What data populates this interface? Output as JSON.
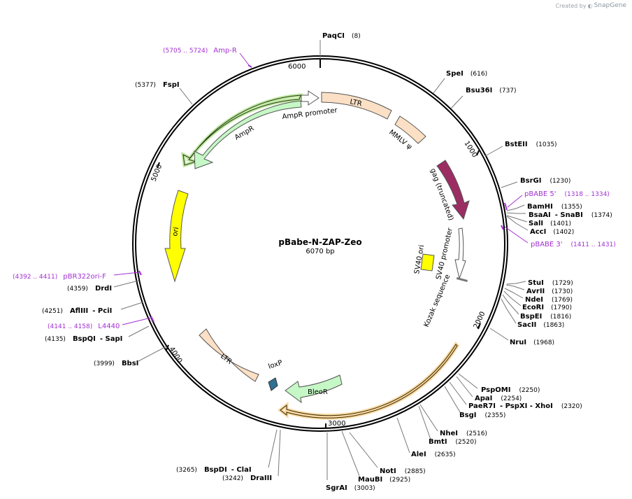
{
  "credit": {
    "prefix": "Created by",
    "brand": "SnapGene"
  },
  "plasmid": {
    "name": "pBabe-N-ZAP-Zeo",
    "size": "6070 bp"
  },
  "ticks": [
    {
      "label": "6000"
    },
    {
      "label": "1000"
    },
    {
      "label": "2000"
    },
    {
      "label": "3000"
    },
    {
      "label": "4000"
    },
    {
      "label": "5000"
    }
  ],
  "enzymes": [
    {
      "name": "PaqCI",
      "pos": "(8)"
    },
    {
      "name": "SpeI",
      "pos": "(616)"
    },
    {
      "name": "Bsu36I",
      "pos": "(737)"
    },
    {
      "name": "BstEII",
      "pos": "(1035)"
    },
    {
      "name": "BsrGI",
      "pos": "(1230)"
    },
    {
      "name": "BamHI",
      "pos": "(1355)"
    },
    {
      "name": "BsaAI",
      "extra": "- SnaBI",
      "pos": "(1374)"
    },
    {
      "name": "SalI",
      "pos": "(1401)"
    },
    {
      "name": "AccI",
      "pos": "(1402)"
    },
    {
      "name": "StuI",
      "pos": "(1729)"
    },
    {
      "name": "AvrII",
      "pos": "(1730)"
    },
    {
      "name": "NdeI",
      "pos": "(1769)"
    },
    {
      "name": "EcoRI",
      "pos": "(1790)"
    },
    {
      "name": "BspEI",
      "pos": "(1816)"
    },
    {
      "name": "SacII",
      "pos": "(1863)"
    },
    {
      "name": "NruI",
      "pos": "(1968)"
    },
    {
      "name": "PspOMI",
      "pos": "(2250)"
    },
    {
      "name": "ApaI",
      "pos": "(2254)"
    },
    {
      "name": "PaeR7I",
      "extra": "- PspXI - XhoI",
      "pos": "(2320)"
    },
    {
      "name": "BsgI",
      "pos": "(2355)"
    },
    {
      "name": "NheI",
      "pos": "(2516)"
    },
    {
      "name": "BmtI",
      "pos": "(2520)"
    },
    {
      "name": "AleI",
      "pos": "(2635)"
    },
    {
      "name": "NotI",
      "pos": "(2885)"
    },
    {
      "name": "MauBI",
      "pos": "(2925)"
    },
    {
      "name": "SgrAI",
      "pos": "(3003)"
    },
    {
      "name": "BspDI",
      "extra": "- ClaI",
      "pos": "(3265)"
    },
    {
      "name": "DraIII",
      "pos": "(3242)"
    },
    {
      "name": "BbsI",
      "pos": "(3999)"
    },
    {
      "name": "BspQI",
      "extra": "- SapI",
      "pos": "(4135)"
    },
    {
      "name": "AflIII",
      "extra": "- PciI",
      "pos": "(4251)"
    },
    {
      "name": "DrdI",
      "pos": "(4359)"
    },
    {
      "name": "FspI",
      "pos": "(5377)"
    }
  ],
  "primers": [
    {
      "name": "Amp-R",
      "pos": "(5705 .. 5724)"
    },
    {
      "name": "pBABE 5'",
      "pos": "(1318 .. 1334)"
    },
    {
      "name": "pBABE 3'",
      "pos": "(1411 .. 1431)"
    },
    {
      "name": "pBR322ori-F",
      "pos": "(4392 .. 4411)"
    },
    {
      "name": "L4440",
      "pos": "(4141 .. 4158)"
    }
  ],
  "features": {
    "ltr1": "LTR",
    "mmlv": "MMLV ψ",
    "gag": "gag (truncated)",
    "sv40": "SV40 promoter",
    "kozak": "Kozak sequence",
    "ampr_prom": "AmpR promoter",
    "ampr": "AmpR",
    "ori": "ori",
    "sv40ori": "SV40 ori",
    "ltr2": "LTR",
    "loxp": "loxP",
    "bleor": "BleoR"
  },
  "colors": {
    "primer": "#a32fd2",
    "ltr": "#fbe0c5",
    "ampr": "#c6f7c6",
    "gag": "#9b2d63",
    "ori": "#ffff00",
    "loxp": "#2f7191",
    "orf_glow": "#8fd65a",
    "orf2_glow": "#f5c97a"
  }
}
